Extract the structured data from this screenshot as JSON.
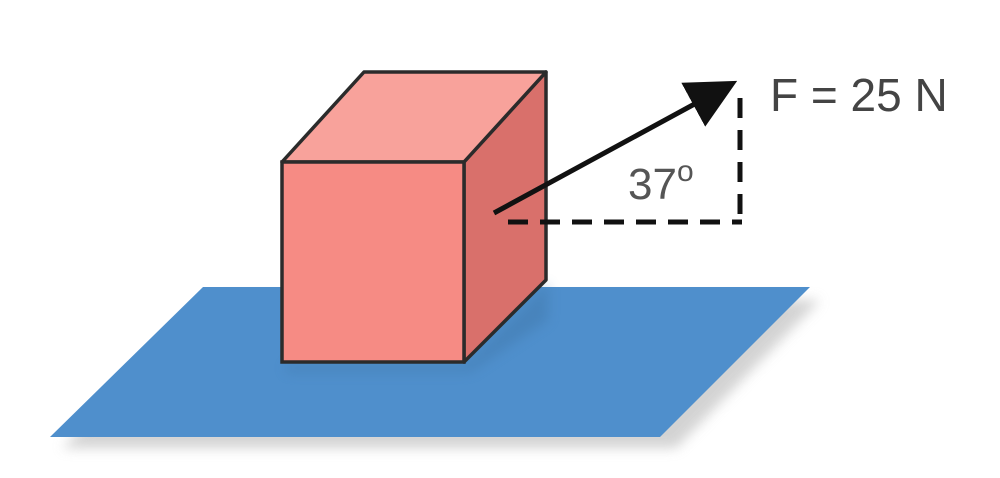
{
  "diagram": {
    "force_label": "F = 25 N",
    "angle_value": "37",
    "angle_unit": "o",
    "colors": {
      "plane": "#4f8fcc",
      "plane_shadow": "#c9c9c9",
      "cube_front": "#f68b84",
      "cube_top": "#f8a29b",
      "cube_side": "#d9706b",
      "outline": "#2b2b2b",
      "arrow": "#111111",
      "dashes": "#111111"
    }
  }
}
